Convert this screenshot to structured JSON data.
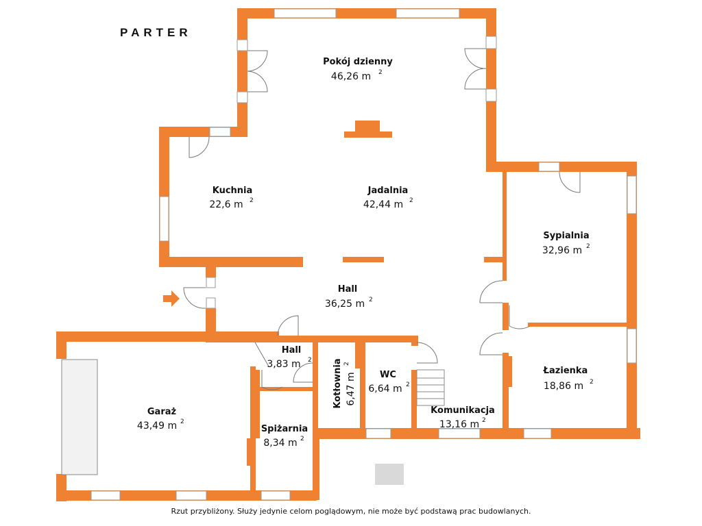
{
  "plan": {
    "title": "PARTER",
    "disclaimer": "Rzut przybliżony. Służy jedynie celom poglądowym, nie może być podstawą prac budowlanych.",
    "area_unit": "m",
    "area_exponent": "2",
    "wall_color": "#ee8232",
    "rooms": [
      {
        "id": "pokoj-dzienny",
        "name": "Pokój dzienny",
        "area": "46,26"
      },
      {
        "id": "kuchnia",
        "name": "Kuchnia",
        "area": "22,6"
      },
      {
        "id": "jadalnia",
        "name": "Jadalnia",
        "area": "42,44"
      },
      {
        "id": "sypialnia",
        "name": "Sypialnia",
        "area": "32,96"
      },
      {
        "id": "hall-main",
        "name": "Hall",
        "area": "36,25"
      },
      {
        "id": "hall-small",
        "name": "Hall",
        "area": "3,83"
      },
      {
        "id": "kotlownia",
        "name": "Kotłownia",
        "area": "6,47"
      },
      {
        "id": "wc",
        "name": "WC",
        "area": "6,64"
      },
      {
        "id": "komunikacja",
        "name": "Komunikacja",
        "area": "13,16"
      },
      {
        "id": "lazienka",
        "name": "Łazienka",
        "area": "18,86"
      },
      {
        "id": "garaz",
        "name": "Garaż",
        "area": "43,49"
      },
      {
        "id": "spizarnia",
        "name": "Spiżarnia",
        "area": "8,34"
      }
    ],
    "entrance_icon": "arrow-right-icon"
  }
}
